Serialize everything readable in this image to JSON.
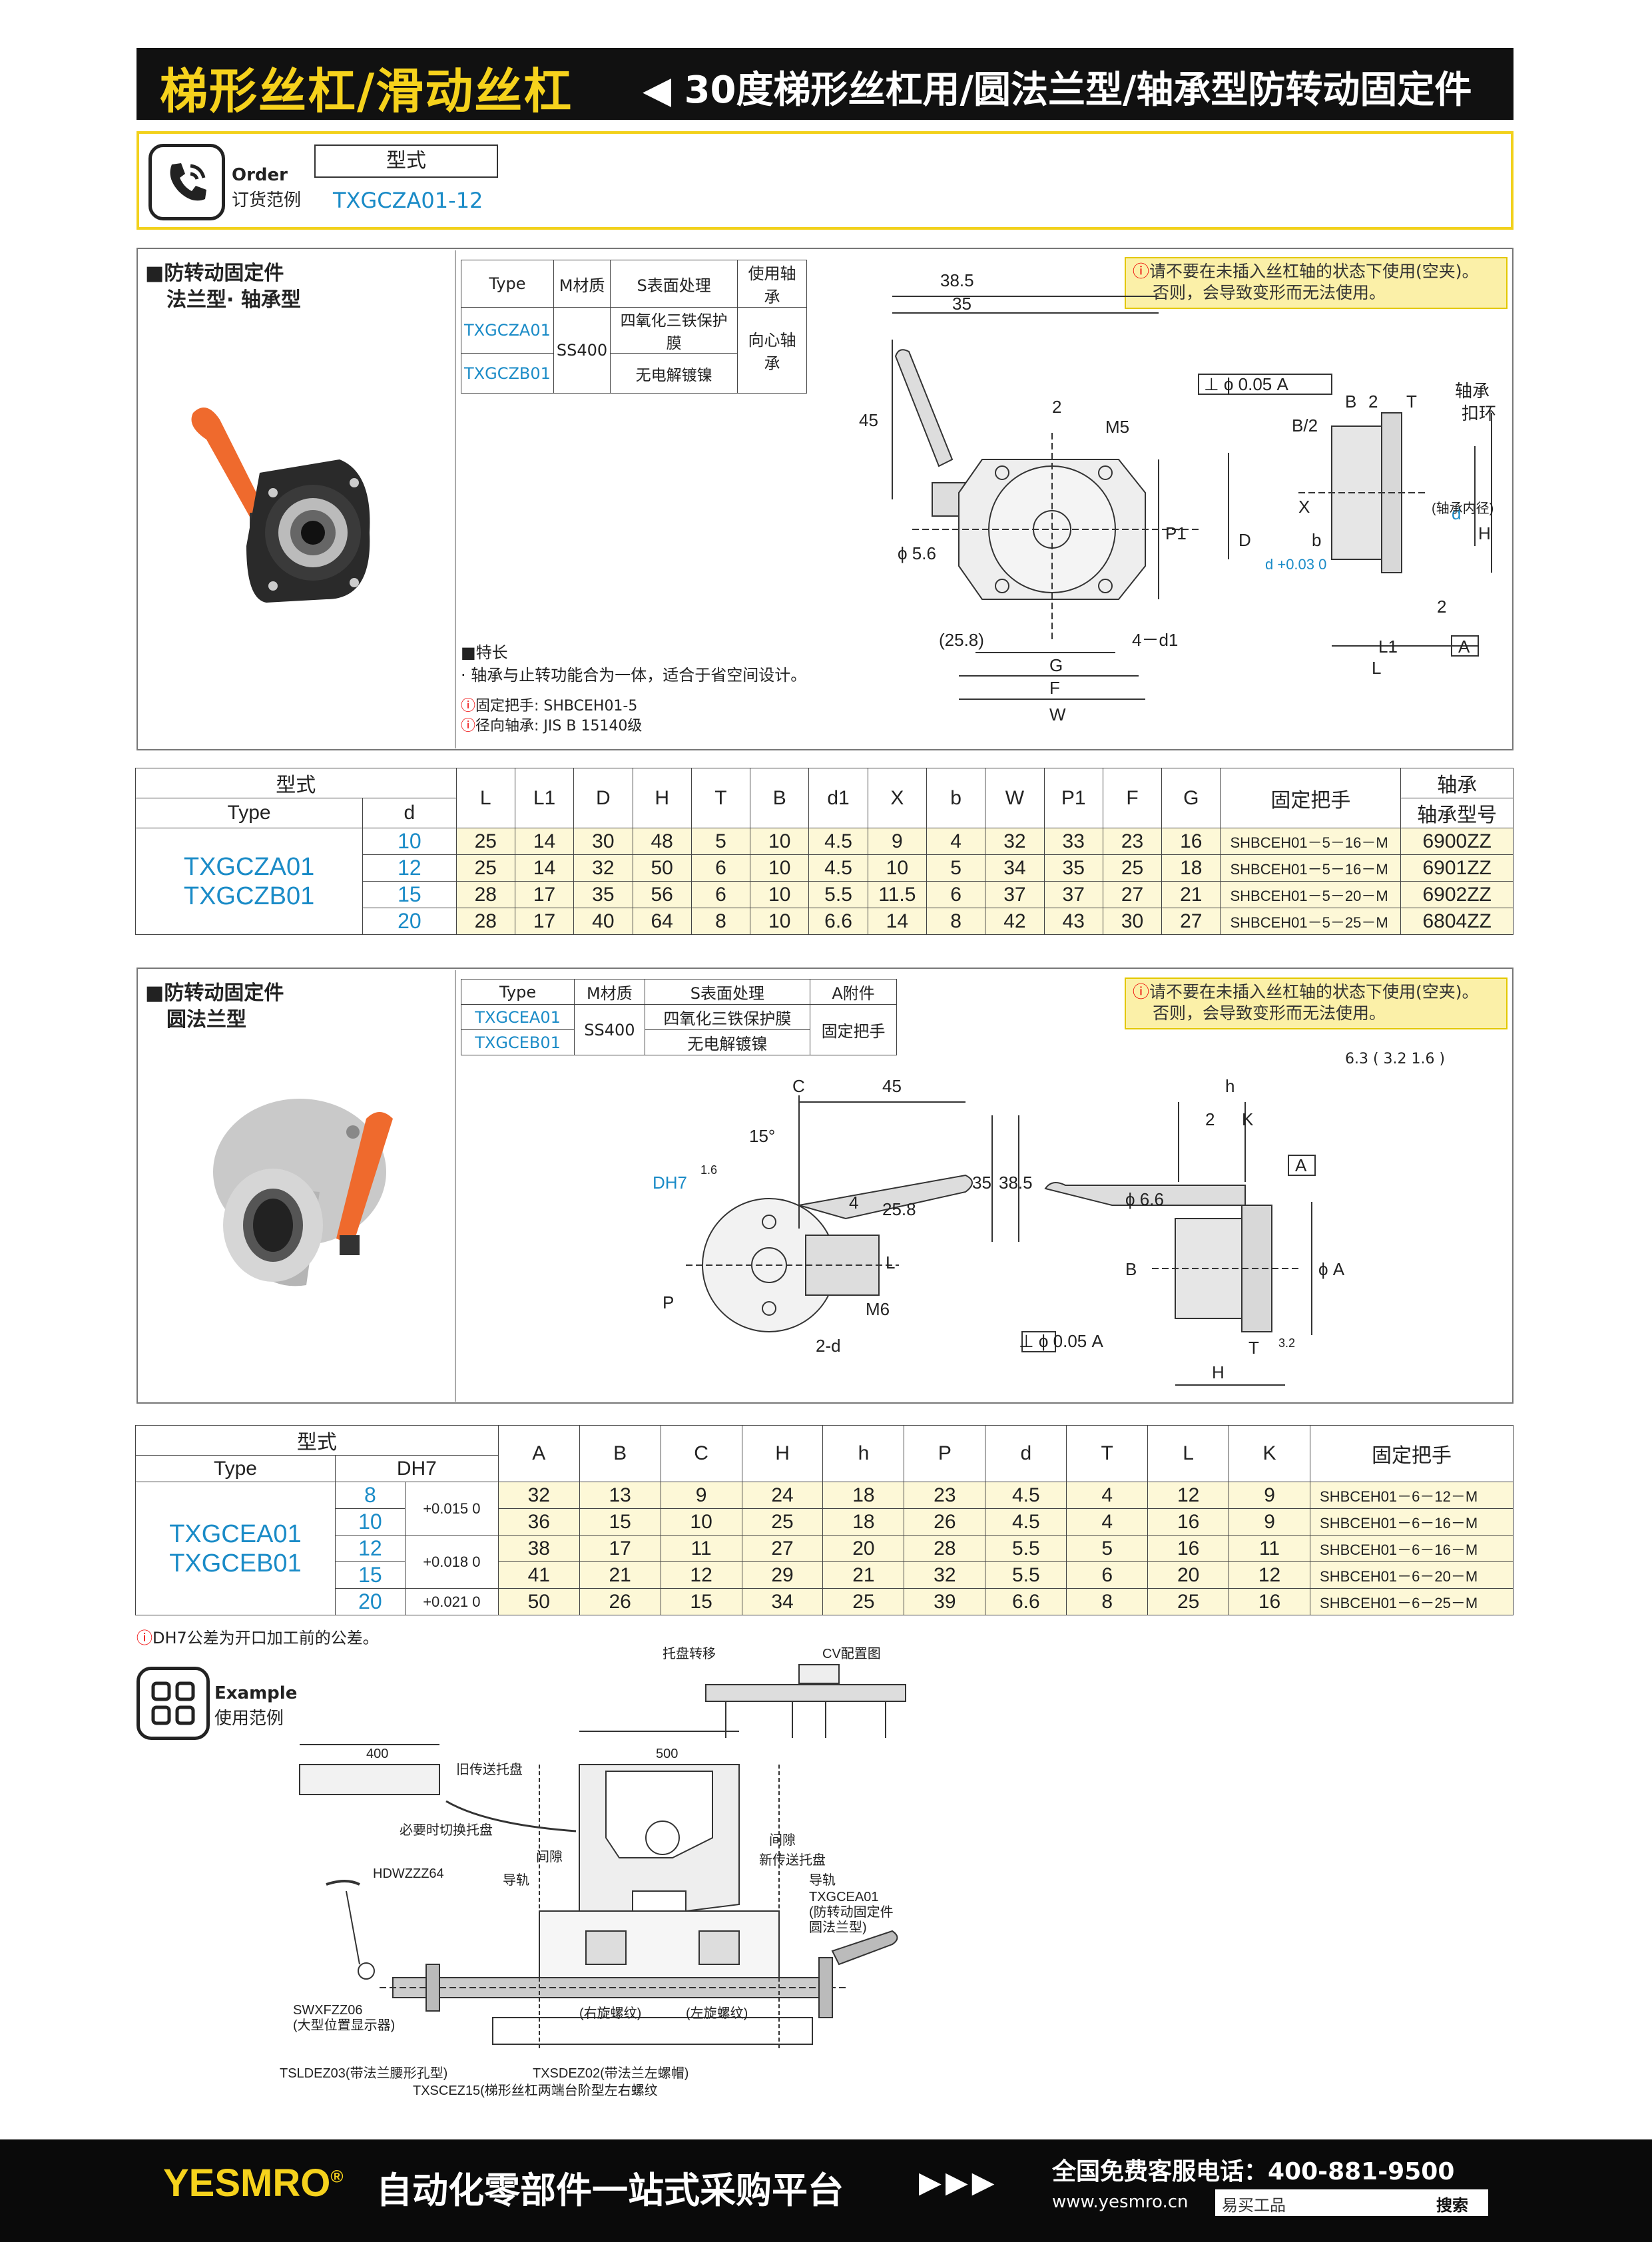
{
  "header": {
    "left_title": "梯形丝杠/滑动丝杠",
    "right_title": "◀ 30度梯形丝杠用/圆法兰型/轴承型防转动固定件"
  },
  "order": {
    "label_en": "Order",
    "label_cn": "订货范例",
    "type_header": "型式",
    "type_value": "TXGCZA01-12"
  },
  "section1": {
    "title_line1": "■防转动固定件",
    "title_line2": "法兰型· 轴承型",
    "spec_headers": [
      "Type",
      "M材质",
      "S表面处理",
      "使用轴承"
    ],
    "types": [
      "TXGCZA01",
      "TXGCZB01"
    ],
    "material": "SS400",
    "surface1": "四氧化三铁保护膜",
    "surface2": "无电解镀镍",
    "bearing": "向心轴承",
    "warning_line1": "请不要在未插入丝杠轴的状态下使用(空夹)。",
    "warning_line2": "否则，会导致变形而无法使用。",
    "features_title": "■特长",
    "features_text": "· 轴承与止转功能合为一体，适合于省空间设计。",
    "note1": "固定把手:  SHBCEH01-5",
    "note2": "径向轴承:  JIS   B    15140级",
    "dims": {
      "d385": "38.5",
      "d35": "35",
      "d45": "45",
      "d2": "2",
      "m5": "M5",
      "p1": "P1",
      "phi56": "ϕ 5.6",
      "d258": "(25.8)",
      "g": "G",
      "f": "F",
      "w": "W",
      "d4d1": "4－d1",
      "perp": "⊥ ϕ 0.05 A",
      "b": "B",
      "two": "2",
      "t": "T",
      "b2": "B/2",
      "bearing": "轴承",
      "ring": "扣环",
      "inner": "(轴承内径)",
      "dd": "D",
      "dplus": "d +0.03 0",
      "x": "X",
      "bsmall": "b",
      "dd2": "d",
      "h": "H",
      "l1": "L1",
      "l": "L",
      "a": "A",
      "two2": "2"
    }
  },
  "table1": {
    "header_row1": [
      "型式",
      "L",
      "L1",
      "D",
      "H",
      "T",
      "B",
      "d1",
      "X",
      "b",
      "W",
      "P1",
      "F",
      "G",
      "固定把手",
      "轴承"
    ],
    "header_row2": [
      "Type",
      "d",
      "轴承型号"
    ],
    "type_names": [
      "TXGCZA01",
      "TXGCZB01"
    ],
    "rows": [
      [
        "10",
        "25",
        "14",
        "30",
        "48",
        "5",
        "10",
        "4.5",
        "9",
        "4",
        "32",
        "33",
        "23",
        "16",
        "SHBCEH01－5－16－M",
        "6900ZZ"
      ],
      [
        "12",
        "25",
        "14",
        "32",
        "50",
        "6",
        "10",
        "4.5",
        "10",
        "5",
        "34",
        "35",
        "25",
        "18",
        "SHBCEH01－5－16－M",
        "6901ZZ"
      ],
      [
        "15",
        "28",
        "17",
        "35",
        "56",
        "6",
        "10",
        "5.5",
        "11.5",
        "6",
        "37",
        "37",
        "27",
        "21",
        "SHBCEH01－5－20－M",
        "6902ZZ"
      ],
      [
        "20",
        "28",
        "17",
        "40",
        "64",
        "8",
        "10",
        "6.6",
        "14",
        "8",
        "42",
        "43",
        "30",
        "27",
        "SHBCEH01－5－25－M",
        "6804ZZ"
      ]
    ]
  },
  "section2": {
    "title_line1": "■防转动固定件",
    "title_line2": "圆法兰型",
    "spec_headers": [
      "Type",
      "M材质",
      "S表面处理",
      "A附件"
    ],
    "types": [
      "TXGCEA01",
      "TXGCEB01"
    ],
    "material": "SS400",
    "surface1": "四氧化三铁保护膜",
    "surface2": "无电解镀镍",
    "accessory": "固定把手",
    "warning_line1": "请不要在未插入丝杠轴的状态下使用(空夹)。",
    "warning_line2": "否则，会导致变形而无法使用。",
    "roughness": "6.3 ( 3.2  1.6 )",
    "dims": {
      "c": "C",
      "d45": "45",
      "d15": "15°",
      "dh7": "DH7",
      "r16": "1.6",
      "d4": "4",
      "d258": "25.8",
      "d35": "35",
      "d385": "38.5",
      "l": "L",
      "p": "P",
      "m6": "M6",
      "d2d": "2-d",
      "h": "h",
      "two": "2",
      "k": "K",
      "a": "A",
      "phi66": "ϕ 6.6",
      "b": "B",
      "phia": "ϕ A",
      "perp": "⊥ ϕ 0.05 A",
      "t": "T",
      "r32": "3.2",
      "hh": "H"
    }
  },
  "table2": {
    "header_row1": [
      "型式",
      "A",
      "B",
      "C",
      "H",
      "h",
      "P",
      "d",
      "T",
      "L",
      "K",
      "固定把手"
    ],
    "header_row2": [
      "Type",
      "DH7"
    ],
    "type_names": [
      "TXGCEA01",
      "TXGCEB01"
    ],
    "tolerances": [
      "+0.015 0",
      "+0.018 0",
      "+0.021 0"
    ],
    "rows": [
      [
        "8",
        "32",
        "13",
        "9",
        "24",
        "18",
        "23",
        "4.5",
        "4",
        "12",
        "9",
        "SHBCEH01－6－12－M"
      ],
      [
        "10",
        "36",
        "15",
        "10",
        "25",
        "18",
        "26",
        "4.5",
        "4",
        "16",
        "9",
        "SHBCEH01－6－16－M"
      ],
      [
        "12",
        "38",
        "17",
        "11",
        "27",
        "20",
        "28",
        "5.5",
        "5",
        "16",
        "11",
        "SHBCEH01－6－16－M"
      ],
      [
        "15",
        "41",
        "21",
        "12",
        "29",
        "21",
        "32",
        "5.5",
        "6",
        "20",
        "12",
        "SHBCEH01－6－20－M"
      ],
      [
        "20",
        "50",
        "26",
        "15",
        "34",
        "25",
        "39",
        "6.6",
        "8",
        "25",
        "16",
        "SHBCEH01－6－25－M"
      ]
    ],
    "note": "DH7公差为开口加工前的公差。"
  },
  "example": {
    "label_en": "Example",
    "label_cn": "使用范例",
    "labels": {
      "pallet_transfer": "托盘转移",
      "cv_layout": "CV配置图",
      "d400": "400",
      "d500": "500",
      "old_pallet": "旧传送托盘",
      "switch_pallet": "必要时切换托盘",
      "gap1": "间隙",
      "gap2": "间隙",
      "new_pallet": "新传送托盘",
      "guide1": "导轨",
      "guide2": "导轨",
      "hdw": "HDWZZZ64",
      "txgcea": "TXGCEA01",
      "txgcea_desc1": "(防转动固定件",
      "txgcea_desc2": "圆法兰型)",
      "swx": "SWXFZZ06",
      "swx_desc": "(大型位置显示器)",
      "right_thread": "(右旋螺纹)",
      "left_thread": "(左旋螺纹)",
      "tsl": "TSLDEZ03(带法兰腰形孔型)",
      "txs": "TXSDEZ02(带法兰左螺帽)",
      "txsc": "TXSCEZ15(梯形丝杠两端台阶型左右螺纹"
    }
  },
  "footer": {
    "brand": "YESMRO",
    "reg": "®",
    "slogan": "自动化零部件一站式采购平台",
    "arrows": "▶▶▶",
    "hotline": "全国免费客服电话：400-881-9500",
    "url": "www.yesmro.cn",
    "search_text": "易买工品",
    "search_btn": "搜索"
  },
  "colors": {
    "yellow": "#f6d21c",
    "teal": "#1a8bc7",
    "orange": "#e8582a",
    "cream": "#fdf8d7"
  }
}
